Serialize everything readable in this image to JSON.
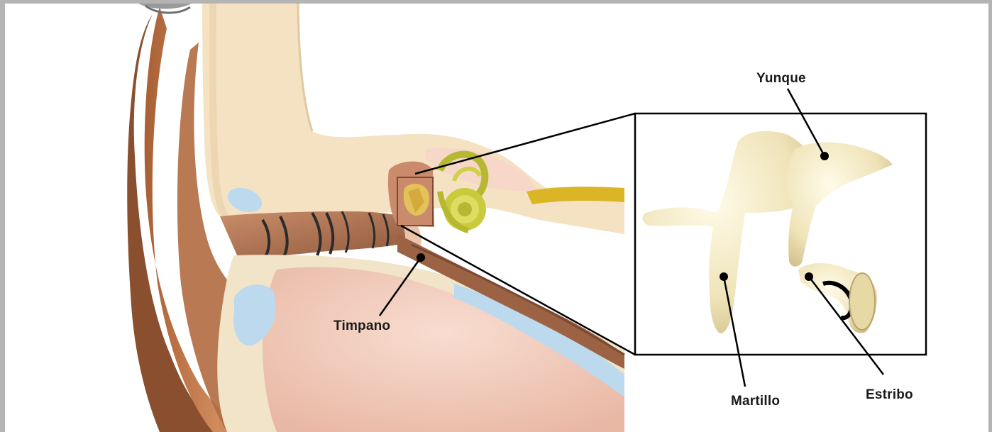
{
  "labels": {
    "yunque": "Yunque",
    "timpano": "Timpano",
    "martillo": "Martillo",
    "estribo": "Estribo"
  },
  "colors": {
    "frame_border": "#b4b4b4",
    "skin": "#c57a4e",
    "bone_cream": "#f3e0bf",
    "tissue_pink": "#f4cfc0",
    "ossicle_ivory": "#eee4b4",
    "cochlea_green": "#b6b832",
    "nerve_yellow": "#dcb527",
    "cartilage_blue": "#bcd9ee"
  }
}
